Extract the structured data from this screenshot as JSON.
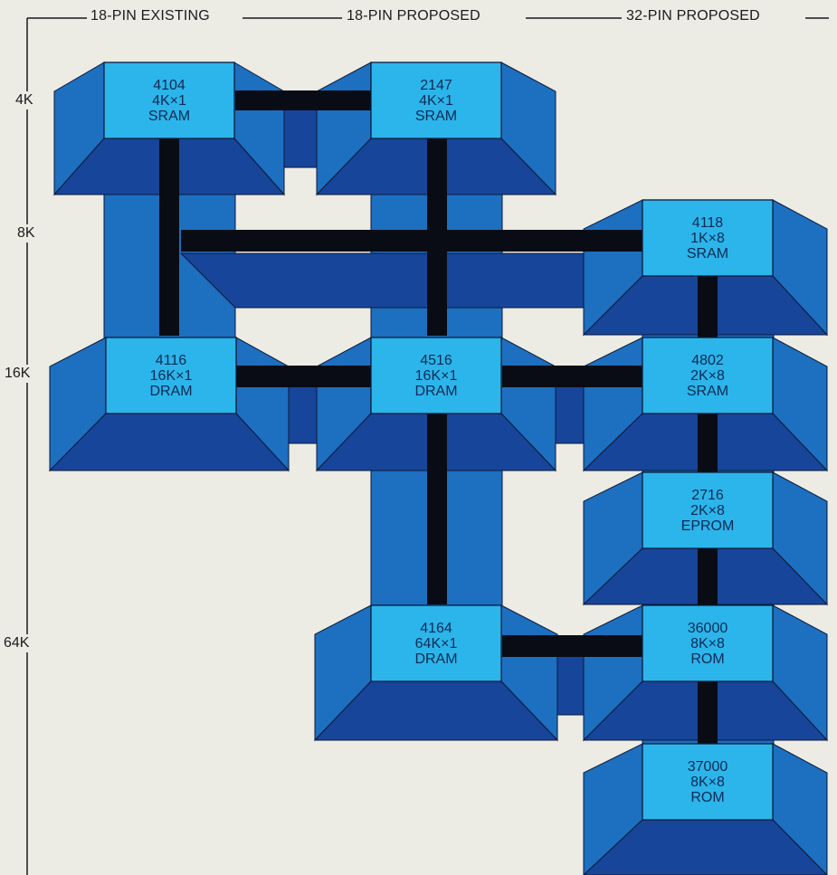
{
  "headers": [
    "18-PIN EXISTING",
    "18-PIN PROPOSED",
    "32-PIN PROPOSED"
  ],
  "sizes": [
    "4K",
    "8K",
    "16K",
    "64K"
  ],
  "chips": [
    {
      "part": "4104",
      "org": "4K×1",
      "type": "SRAM"
    },
    {
      "part": "2147",
      "org": "4K×1",
      "type": "SRAM"
    },
    {
      "part": "4118",
      "org": "1K×8",
      "type": "SRAM"
    },
    {
      "part": "4116",
      "org": "16K×1",
      "type": "DRAM"
    },
    {
      "part": "4516",
      "org": "16K×1",
      "type": "DRAM"
    },
    {
      "part": "4802",
      "org": "2K×8",
      "type": "SRAM"
    },
    {
      "part": "2716",
      "org": "2K×8",
      "type": "EPROM"
    },
    {
      "part": "4164",
      "org": "64K×1",
      "type": "DRAM"
    },
    {
      "part": "36000",
      "org": "8K×8",
      "type": "ROM"
    },
    {
      "part": "37000",
      "org": "8K×8",
      "type": "ROM"
    }
  ],
  "colors": {
    "background": "#ecebe4",
    "chip_face": "#2cb5ea",
    "bevel_mid": "#1d6fc0",
    "bevel_dark": "#17459a",
    "connector": "#090c14"
  }
}
